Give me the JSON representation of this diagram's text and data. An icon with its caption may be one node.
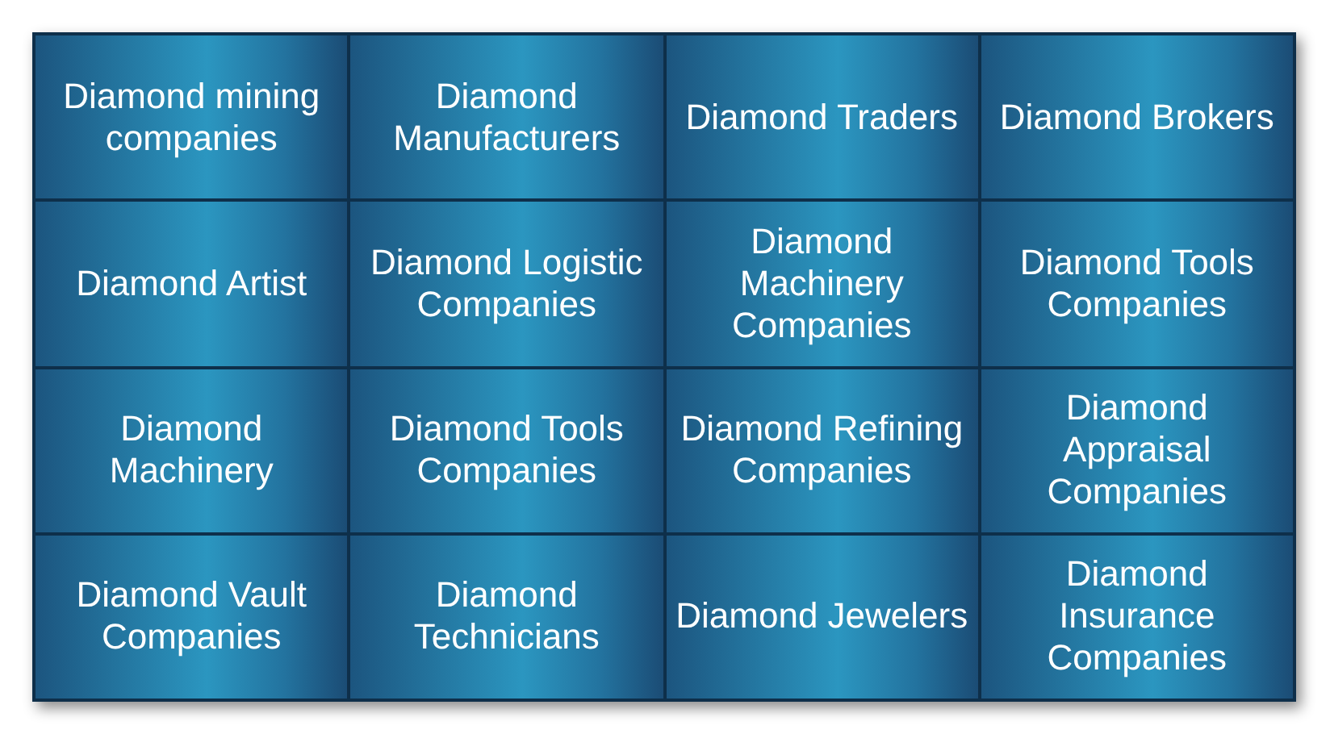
{
  "diagram": {
    "nodes": [
      {
        "text": [
          "Diamond mining companies"
        ]
      },
      {
        "text": [
          "Diamond Manufacturers"
        ]
      },
      {
        "text": [
          "Diamond Traders"
        ]
      },
      {
        "text": [
          "Diamond Brokers"
        ]
      },
      {
        "text": [
          "Diamond Artist"
        ]
      },
      {
        "text": [
          "Diamond Logistic Companies"
        ]
      },
      {
        "text": [
          "Diamond Machinery Companies"
        ]
      },
      {
        "text": [
          "Diamond Tools Companies"
        ]
      },
      {
        "text": [
          "Diamond Machinery"
        ]
      },
      {
        "text": [
          "Diamond Tools Companies"
        ]
      },
      {
        "text": [
          "Diamond Refining Companies"
        ]
      },
      {
        "text": [
          "Diamond Appraisal Companies"
        ]
      },
      {
        "text": [
          "Diamond Vault Companies"
        ]
      },
      {
        "text": [
          "Diamond Technicians"
        ]
      },
      {
        "text": [
          "Diamond Jewelers"
        ]
      },
      {
        "text": [
          "Diamond Insurance Companies"
        ]
      }
    ],
    "edges": []
  }
}
